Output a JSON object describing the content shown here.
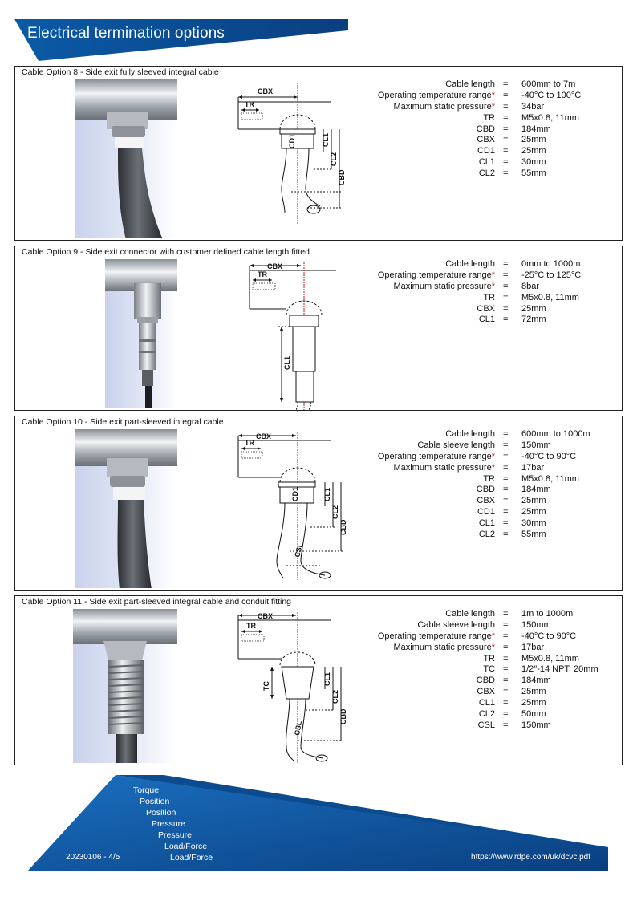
{
  "header": {
    "title": "Electrical termination options"
  },
  "panels": [
    {
      "title": "Cable Option 8 - Side exit fully sleeved integral cable",
      "specs": [
        {
          "label": "Cable length",
          "star": "",
          "value": "600mm to 7m"
        },
        {
          "label": "Operating temperature range",
          "star": "*",
          "value": "-40°C to 100°C"
        },
        {
          "label": "Maximum static pressure",
          "star": "*",
          "value": "34bar"
        },
        {
          "label": "TR",
          "star": "",
          "value": "M5x0.8, 11mm"
        },
        {
          "label": "CBD",
          "star": "",
          "value": "184mm"
        },
        {
          "label": "CBX",
          "star": "",
          "value": "25mm"
        },
        {
          "label": "CD1",
          "star": "",
          "value": "25mm"
        },
        {
          "label": "CL1",
          "star": "",
          "value": "30mm"
        },
        {
          "label": "CL2",
          "star": "",
          "value": "55mm"
        }
      ],
      "diagram_labels": {
        "cbx": "CBX",
        "tr": "TR",
        "cd1": "CD1",
        "cl1": "CL1",
        "cl2": "CL2",
        "cbd": "CBD"
      }
    },
    {
      "title": "Cable Option 9 - Side exit connector with customer defined cable length fitted",
      "specs": [
        {
          "label": "Cable length",
          "star": "",
          "value": "0mm to 1000m"
        },
        {
          "label": "Operating temperature range",
          "star": "*",
          "value": "-25°C to 125°C"
        },
        {
          "label": "Maximum static pressure",
          "star": "*",
          "value": "8bar"
        },
        {
          "label": "TR",
          "star": "",
          "value": "M5x0.8, 11mm"
        },
        {
          "label": "CBX",
          "star": "",
          "value": "25mm"
        },
        {
          "label": "CL1",
          "star": "",
          "value": "72mm"
        }
      ],
      "diagram_labels": {
        "cbx": "CBX",
        "tr": "TR",
        "cl1": "CL1"
      }
    },
    {
      "title": "Cable Option 10 - Side exit part-sleeved integral cable",
      "specs": [
        {
          "label": "Cable length",
          "star": "",
          "value": "600mm to 1000m"
        },
        {
          "label": "Cable sleeve length",
          "star": "",
          "value": "150mm"
        },
        {
          "label": "Operating temperature range",
          "star": "*",
          "value": "-40°C to 90°C"
        },
        {
          "label": "Maximum static pressure",
          "star": "*",
          "value": "17bar"
        },
        {
          "label": "TR",
          "star": "",
          "value": "M5x0.8, 11mm"
        },
        {
          "label": "CBD",
          "star": "",
          "value": "184mm"
        },
        {
          "label": "CBX",
          "star": "",
          "value": "25mm"
        },
        {
          "label": "CD1",
          "star": "",
          "value": "25mm"
        },
        {
          "label": "CL1",
          "star": "",
          "value": "30mm"
        },
        {
          "label": "CL2",
          "star": "",
          "value": "55mm"
        }
      ],
      "diagram_labels": {
        "cbx": "CBX",
        "tr": "TR",
        "cd1": "CD1",
        "cl1": "CL1",
        "cl2": "CL2",
        "cbd": "CBD",
        "csl": "CSL"
      }
    },
    {
      "title": "Cable Option 11 - Side exit part-sleeved integral cable and conduit fitting",
      "specs": [
        {
          "label": "Cable length",
          "star": "",
          "value": "1m to 1000m"
        },
        {
          "label": "Cable sleeve length",
          "star": "",
          "value": "150mm"
        },
        {
          "label": "Operating temperature range",
          "star": "*",
          "value": "-40°C to 90°C"
        },
        {
          "label": "Maximum static pressure",
          "star": "*",
          "value": "17bar"
        },
        {
          "label": "TR",
          "star": "",
          "value": "M5x0.8, 11mm"
        },
        {
          "label": "TC",
          "star": "",
          "value": "1/2\"-14 NPT, 20mm"
        },
        {
          "label": "CBD",
          "star": "",
          "value": "184mm"
        },
        {
          "label": "CBX",
          "star": "",
          "value": "25mm"
        },
        {
          "label": "CL1",
          "star": "",
          "value": "25mm"
        },
        {
          "label": "CL2",
          "star": "",
          "value": "50mm"
        },
        {
          "label": "CSL",
          "star": "",
          "value": "150mm"
        }
      ],
      "diagram_labels": {
        "cbx": "CBX",
        "tr": "TR",
        "tc": "TC",
        "cl1": "CL1",
        "cl2": "CL2",
        "cbd": "CBD",
        "csl": "CSL"
      }
    }
  ],
  "footer": {
    "items": [
      "Torque",
      "Position",
      "Position",
      "Pressure",
      "Pressure",
      "Load/Force",
      "Load/Force"
    ],
    "ref": "20230106 - 4/5",
    "url": "https://www.rdpe.com/uk/dcvc.pdf"
  },
  "colors": {
    "brand_dark": "#0a4a8a",
    "brand_light": "#1a6fc0",
    "star": "#d3141a"
  }
}
